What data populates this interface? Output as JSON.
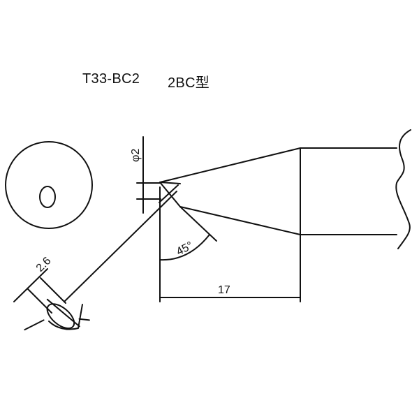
{
  "title": {
    "part_number": "T33-BC2",
    "shape_type": "2BC型"
  },
  "dimensions": {
    "tip_diameter": "φ2",
    "bevel_width": "2.6",
    "bevel_angle": "45°",
    "length": "17"
  },
  "colors": {
    "line": "#111111",
    "background": "#ffffff"
  }
}
